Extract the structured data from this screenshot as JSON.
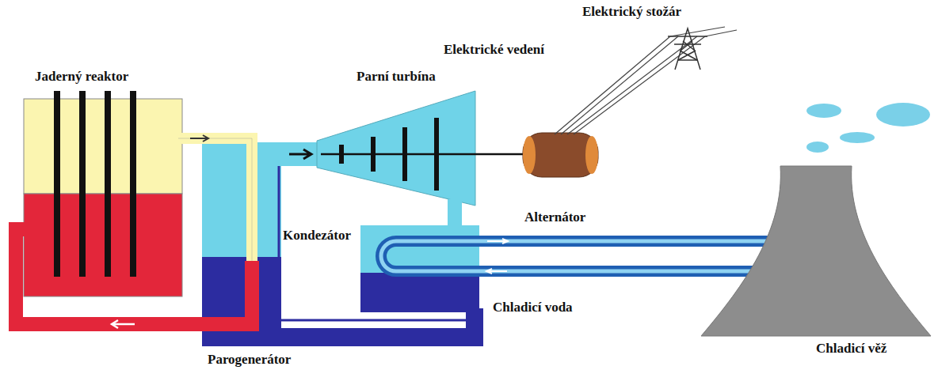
{
  "diagram": {
    "labels": [
      "Elektrický stožár",
      "Elektrické vedení",
      "Jaderný reaktor",
      "Parní turbína",
      "Alternátor",
      "Kondezátor",
      "Chladicí voda",
      "Chladicí věž",
      "Parogenerátor"
    ]
  }
}
